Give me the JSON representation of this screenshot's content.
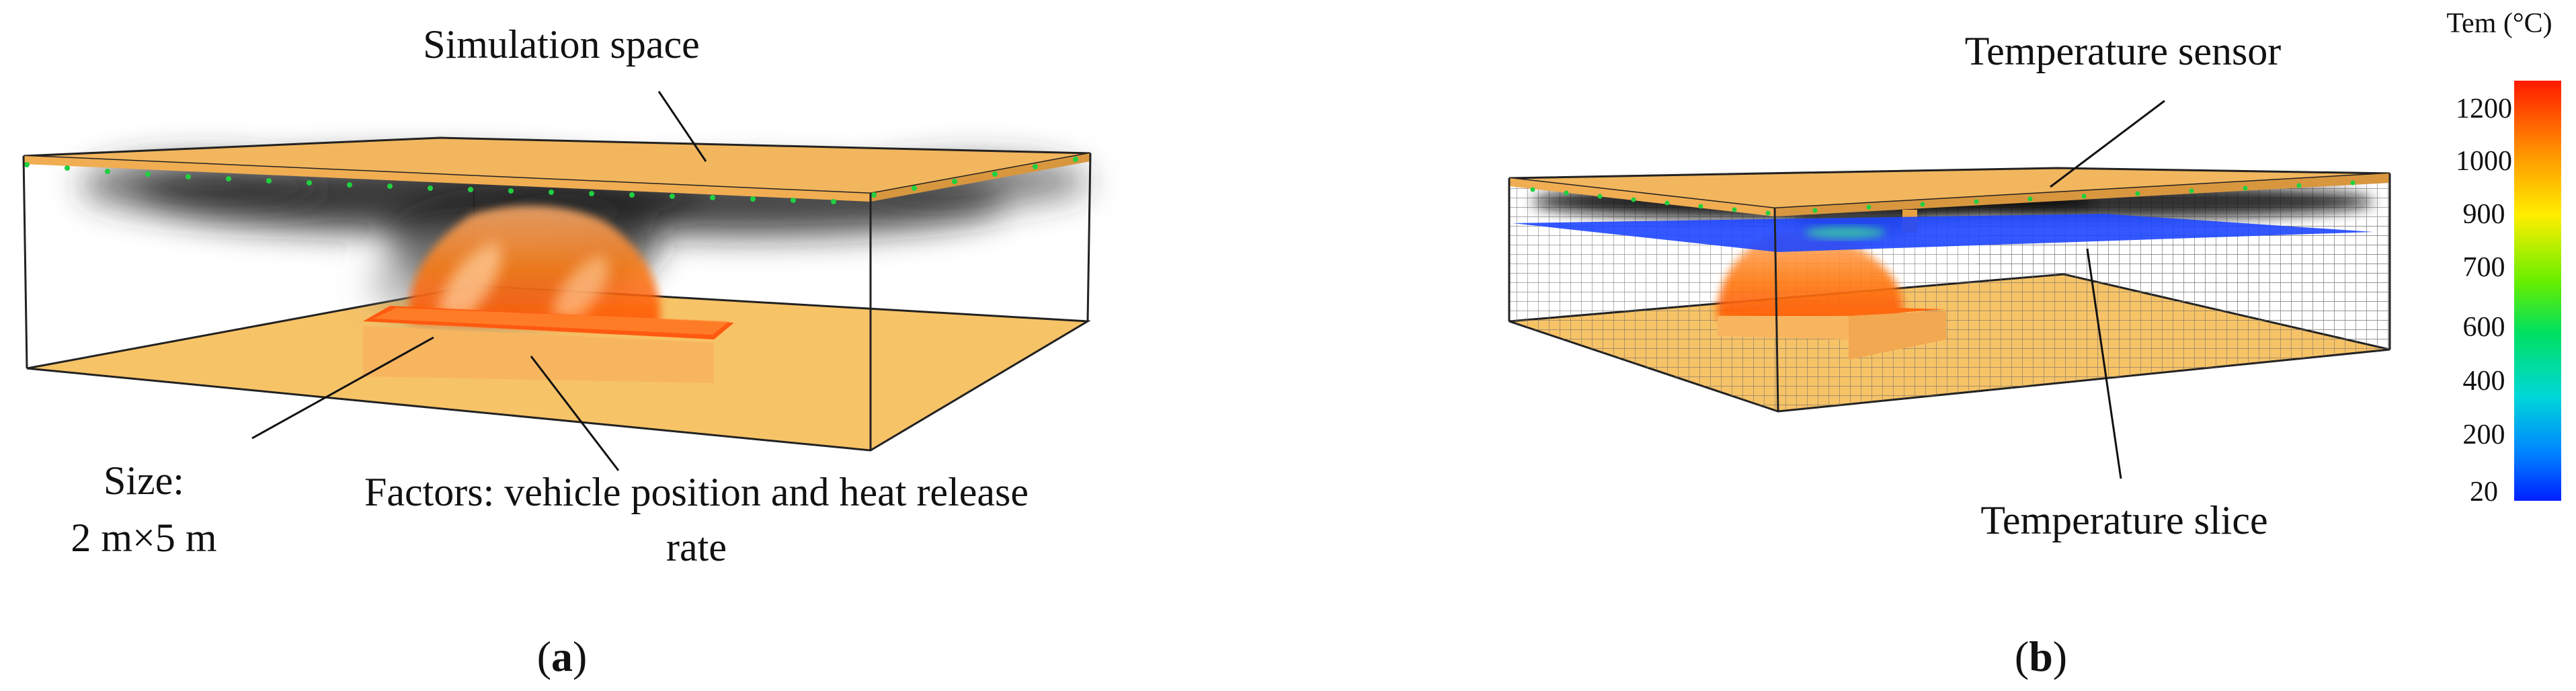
{
  "panel_a": {
    "label_simulation_space": "Simulation space",
    "label_size_line1": "Size:",
    "label_size_line2": "2 m×5 m",
    "label_factors_line1": "Factors: vehicle position and heat release",
    "label_factors_line2": "rate",
    "caption_open": "(",
    "caption_letter": "a",
    "caption_close": ")"
  },
  "panel_b": {
    "label_temperature_sensor": "Temperature sensor",
    "label_temperature_slice": "Temperature slice",
    "caption_open": "(",
    "caption_letter": "b",
    "caption_close": ")"
  },
  "colorbar": {
    "title": "Tem (°C)",
    "ticks": [
      "1200",
      "1000",
      "900",
      "700",
      "600",
      "400",
      "200",
      "20"
    ],
    "colors": [
      "#ff1a00",
      "#ff9900",
      "#ffee00",
      "#66ee00",
      "#00e060",
      "#00d8d8",
      "#0088ff",
      "#0020ff"
    ]
  },
  "colors": {
    "floor": "#f7c367",
    "ceiling": "#f2b65e",
    "smoke": "#1a1a1a",
    "fire": "#ff7a10",
    "slice": "#1e46ff",
    "sensor": "#20d040"
  }
}
